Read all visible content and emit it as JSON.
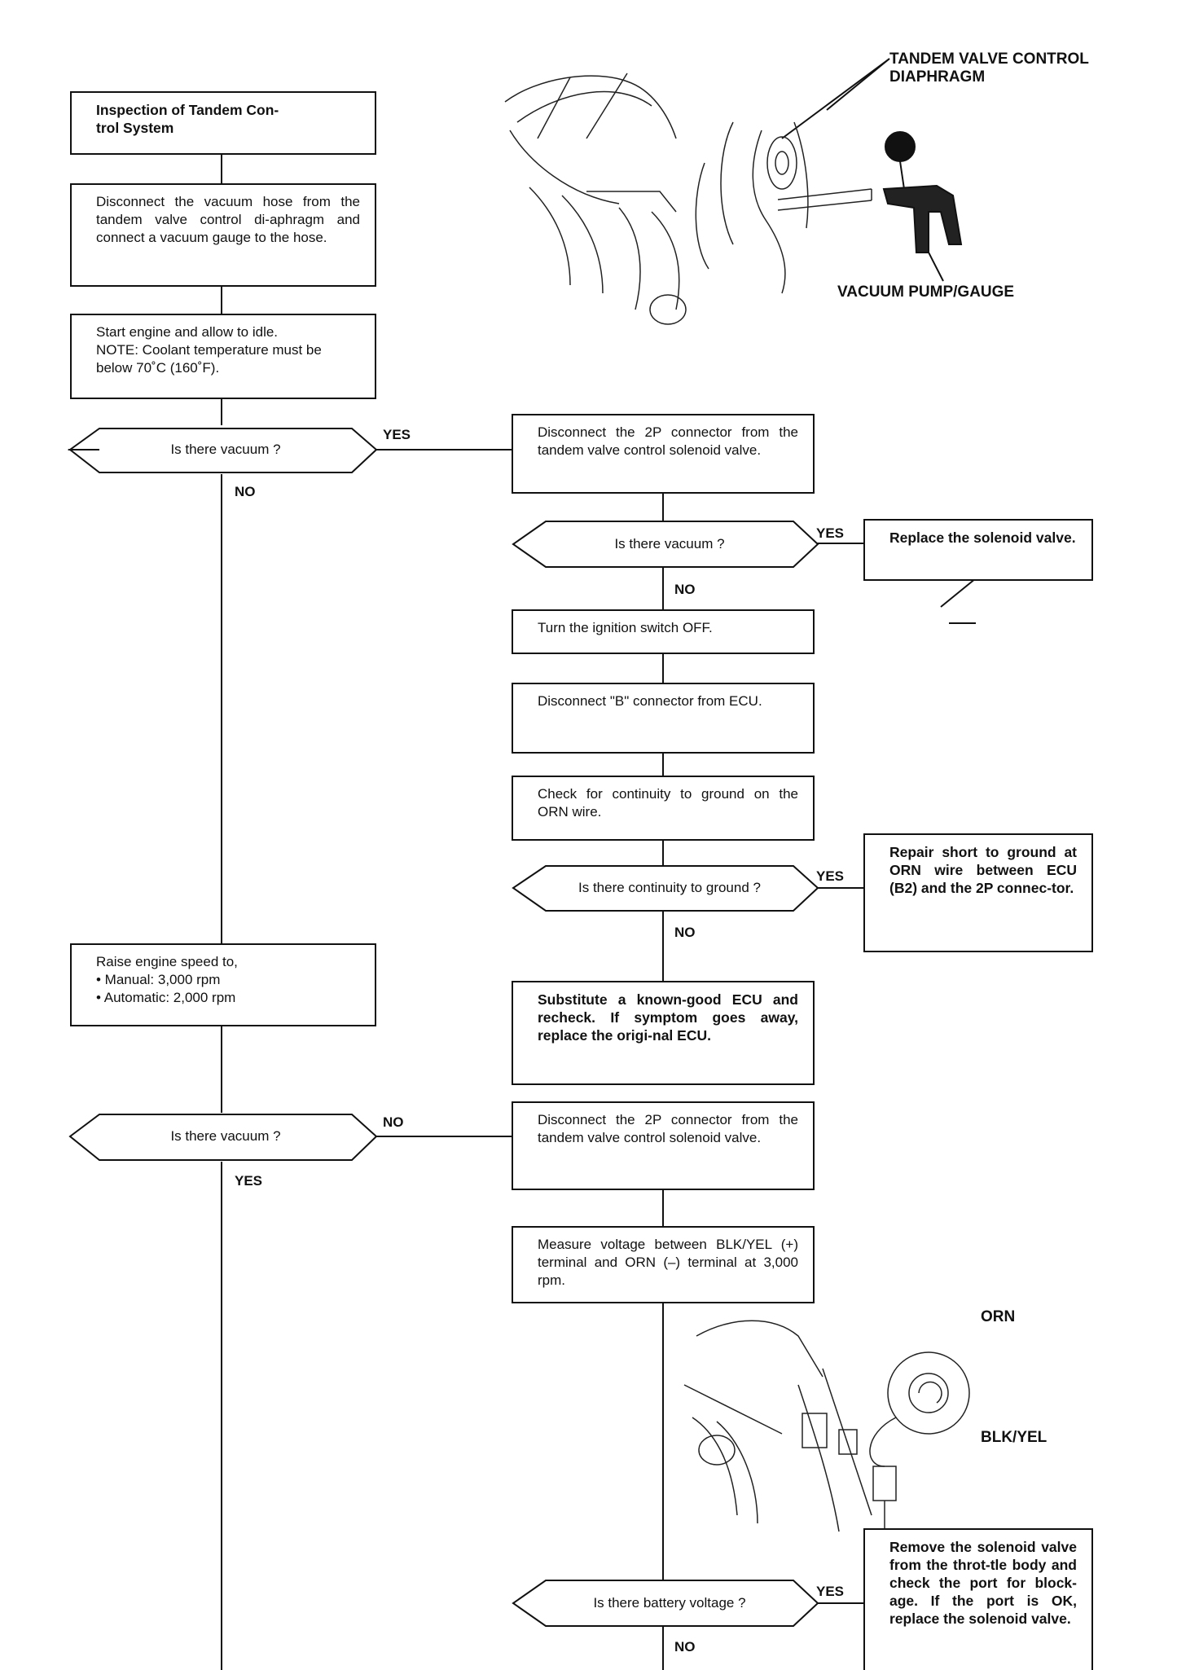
{
  "boxes": {
    "b1": "Inspection of Tandem Con-\ntrol System",
    "b2": "Disconnect the vacuum hose from the tandem valve control di-aphragm and connect a vacuum gauge to the hose.",
    "b3": "Start engine and allow to idle.\nNOTE: Coolant temperature must be below 70˚C (160˚F).",
    "b4": "Disconnect the 2P connector from the tandem valve control solenoid valve.",
    "b5": "Replace the solenoid valve.",
    "b6": "Turn the ignition switch OFF.",
    "b7": "Disconnect \"B\" connector from ECU.",
    "b8": "Check for continuity to ground on the ORN wire.",
    "b9": "Repair short to ground at ORN wire between ECU (B2) and the 2P connec-tor.",
    "b10": "Raise engine speed to,\n•  Manual: 3,000 rpm\n•  Automatic: 2,000 rpm",
    "b11": "Substitute a known-good ECU and recheck. If symptom goes away, replace the origi-nal ECU.",
    "b12": "Disconnect the 2P connector from the tandem valve control solenoid valve.",
    "b13": "Measure voltage between BLK/YEL (+) terminal and ORN (–) terminal at 3,000 rpm.",
    "b14": "Remove the solenoid valve from the throt-tle body and check the port for block-age. If the port is OK, replace the solenoid valve."
  },
  "decisions": {
    "d1": "Is there vacuum ?",
    "d2": "Is there vacuum ?",
    "d3": "Is there continuity to ground ?",
    "d4": "Is there vacuum ?",
    "d5": "Is there battery voltage ?"
  },
  "answers": {
    "d1_yes": "YES",
    "d1_no": "NO",
    "d2_yes": "YES",
    "d2_no": "NO",
    "d3_yes": "YES",
    "d3_no": "NO",
    "d4_no": "NO",
    "d4_yes": "YES",
    "d5_yes": "YES",
    "d5_no": "NO"
  },
  "callouts": {
    "diaphragm": "TANDEM VALVE CONTROL\nDIAPHRAGM",
    "pump": "VACUUM PUMP/GAUGE",
    "orn": "ORN",
    "blkyel": "BLK/YEL"
  }
}
